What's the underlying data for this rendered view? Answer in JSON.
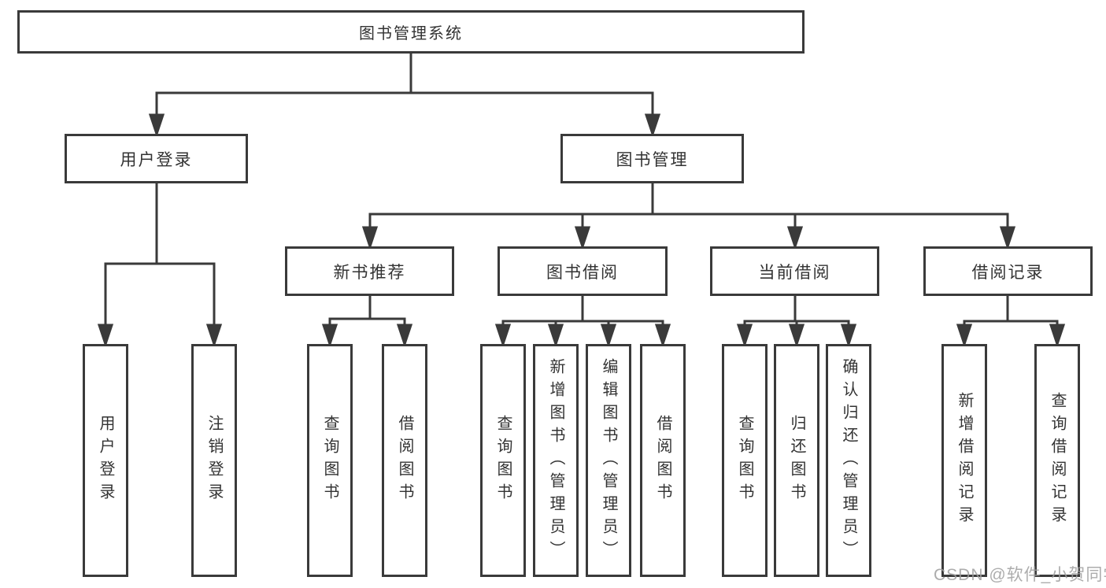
{
  "diagram_type": "functional-structure-tree",
  "tree": {
    "label": "图书管理系统",
    "children": [
      {
        "label": "用户登录",
        "children": [
          {
            "label": "用户登录"
          },
          {
            "label": "注销登录"
          }
        ]
      },
      {
        "label": "图书管理",
        "children": [
          {
            "label": "新书推荐",
            "children": [
              {
                "label": "查询图书"
              },
              {
                "label": "借阅图书"
              }
            ]
          },
          {
            "label": "图书借阅",
            "children": [
              {
                "label": "查询图书"
              },
              {
                "label": "新增图书（管理员）"
              },
              {
                "label": "编辑图书（管理员）"
              },
              {
                "label": "借阅图书"
              }
            ]
          },
          {
            "label": "当前借阅",
            "children": [
              {
                "label": "查询图书"
              },
              {
                "label": "归还图书"
              },
              {
                "label": "确认归还（管理员）"
              }
            ]
          },
          {
            "label": "借阅记录",
            "children": [
              {
                "label": "新增借阅记录"
              },
              {
                "label": "查询借阅记录"
              }
            ]
          }
        ]
      }
    ]
  },
  "watermark": {
    "text": "CSDN @软件_小贺同学"
  },
  "colors": {
    "line": "#3a3a3a",
    "box_border": "#3a3a3a",
    "box_fill": "#ffffff",
    "text": "#333333",
    "watermark": "#9e9e9e",
    "background": "#ffffff"
  }
}
